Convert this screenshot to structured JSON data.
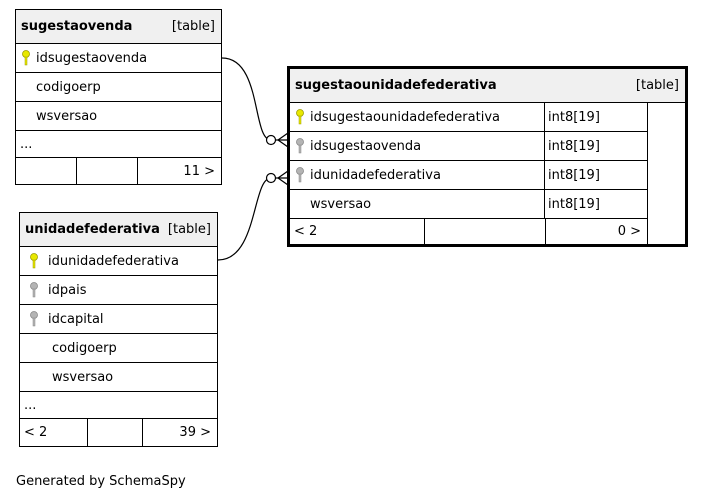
{
  "tables": {
    "sugestaovenda": {
      "name": "sugestaovenda",
      "type_label": "[table]",
      "columns": [
        {
          "name": "idsugestaovenda",
          "key": "primary"
        },
        {
          "name": "codigoerp",
          "key": "none"
        },
        {
          "name": "wsversao",
          "key": "none"
        }
      ],
      "ellipsis": "...",
      "footer": {
        "left": "",
        "middle": "",
        "right": "11 >"
      }
    },
    "sugestaounidadefederativa": {
      "name": "sugestaounidadefederativa",
      "type_label": "[table]",
      "columns": [
        {
          "name": "idsugestaounidadefederativa",
          "type": "int8[19]",
          "key": "primary"
        },
        {
          "name": "idsugestaovenda",
          "type": "int8[19]",
          "key": "foreign"
        },
        {
          "name": "idunidadefederativa",
          "type": "int8[19]",
          "key": "foreign"
        },
        {
          "name": "wsversao",
          "type": "int8[19]",
          "key": "none"
        }
      ],
      "footer": {
        "left": "< 2",
        "middle": "",
        "right": "0 >"
      }
    },
    "unidadefederativa": {
      "name": "unidadefederativa",
      "type_label": "[table]",
      "columns": [
        {
          "name": "idunidadefederativa",
          "key": "primary"
        },
        {
          "name": "idpais",
          "key": "foreign"
        },
        {
          "name": "idcapital",
          "key": "foreign"
        },
        {
          "name": "codigoerp",
          "key": "none"
        },
        {
          "name": "wsversao",
          "key": "none"
        }
      ],
      "ellipsis": "...",
      "footer": {
        "left": "< 2",
        "middle": "",
        "right": "39 >"
      }
    }
  },
  "credit": "Generated by SchemaSpy",
  "colors": {
    "primary_key": "#e8e800",
    "foreign_key": "#b4b4b4",
    "header_bg": "#f0f0f0"
  }
}
